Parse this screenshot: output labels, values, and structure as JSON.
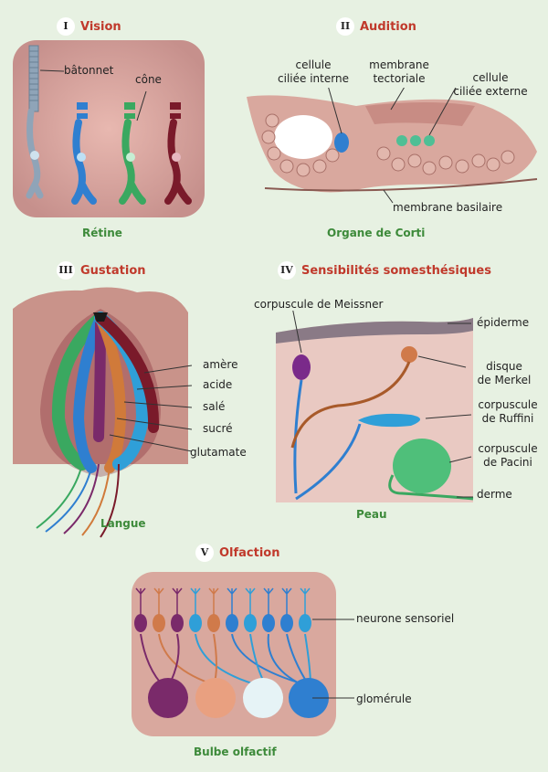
{
  "sections": {
    "vision": {
      "num": "I",
      "title": "Vision",
      "caption": "Rétine",
      "labels": {
        "rod": "bâtonnet",
        "cone": "cône"
      }
    },
    "audition": {
      "num": "II",
      "title": "Audition",
      "caption": "Organe de Corti",
      "labels": {
        "inner": "cellule\nciliée interne",
        "tectorial": "membrane\ntectoriale",
        "outer": "cellule\nciliée externe",
        "basilar": "membrane basilaire"
      }
    },
    "gustation": {
      "num": "III",
      "title": "Gustation",
      "caption": "Langue",
      "labels": {
        "bitter": "amère",
        "sour": "acide",
        "salty": "salé",
        "sweet": "sucré",
        "umami": "glutamate"
      }
    },
    "somesthesie": {
      "num": "IV",
      "title": "Sensibilités somesthésiques",
      "caption": "Peau",
      "labels": {
        "meissner": "corpuscule de Meissner",
        "epidermis": "épiderme",
        "merkel": "disque\nde Merkel",
        "ruffini": "corpuscule\nde Ruffini",
        "pacini": "corpuscule\nde Pacini",
        "dermis": "derme"
      }
    },
    "olfaction": {
      "num": "V",
      "title": "Olfaction",
      "caption": "Bulbe olfactif",
      "labels": {
        "neuron": "neurone sensoriel",
        "glomerulus": "glomérule"
      }
    }
  },
  "colors": {
    "title": "#c0392b",
    "caption": "#3d8a3a",
    "background": "#e7f1e2",
    "tissue": "#c9938a",
    "blue": "#2f7fd0",
    "green": "#3aa860",
    "maroon": "#7a1a2a",
    "purple": "#7a2a6a",
    "orange": "#d07a4a"
  }
}
